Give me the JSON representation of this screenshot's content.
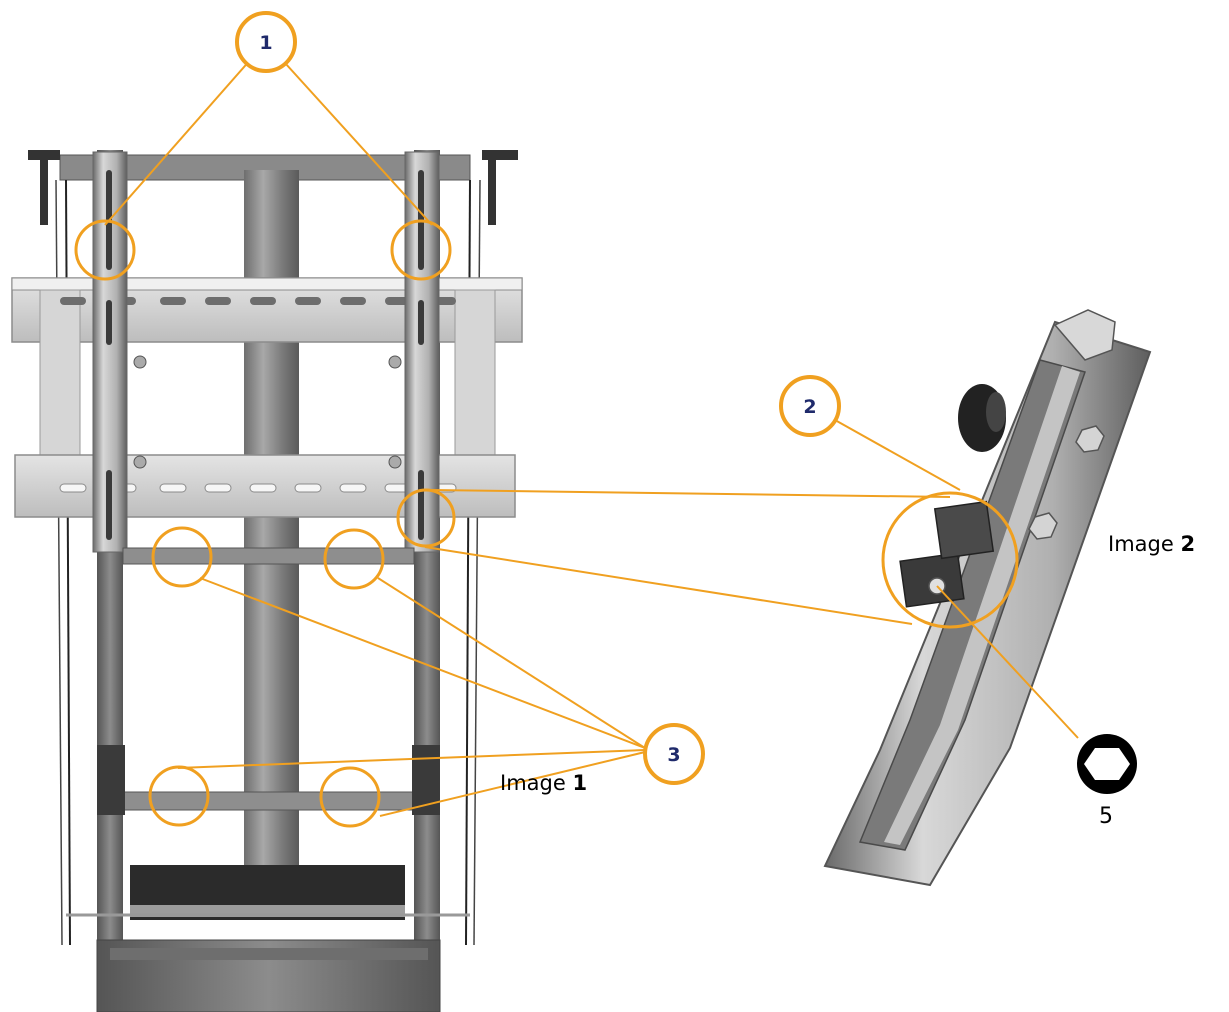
{
  "callouts": {
    "c1": "1",
    "c2": "2",
    "c3": "3"
  },
  "captions": {
    "image1_prefix": "Image ",
    "image1_number": "1",
    "image2_prefix": "Image ",
    "image2_number": "2"
  },
  "tool": {
    "icon": "hex-key-icon",
    "size": "5"
  },
  "colors": {
    "accent": "#f0a020",
    "callout_text": "#1f2a6b",
    "metal_light": "#c9c9c9",
    "metal_mid": "#9a9a9a",
    "metal_dark": "#4a4a4a"
  }
}
